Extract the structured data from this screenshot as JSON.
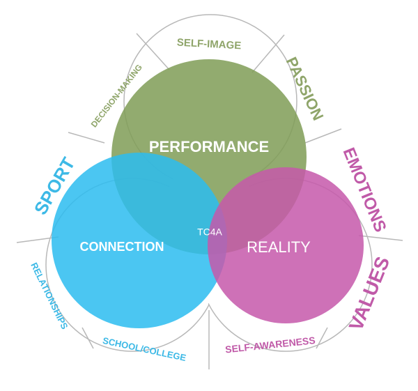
{
  "center_label": "TC4A",
  "circles": {
    "performance": {
      "label": "PERFORMANCE",
      "color": "#7f9c56"
    },
    "connection": {
      "label": "CONNECTION",
      "color": "#2bbcf0"
    },
    "reality": {
      "label": "REALITY",
      "color": "#c558aa"
    }
  },
  "outer_segments": {
    "self_image": {
      "label": "SELF-IMAGE",
      "color": "#8fa56a"
    },
    "passion": {
      "label": "PASSION",
      "color": "#8fa56a"
    },
    "decision_making": {
      "label": "DECISION-MAKING",
      "color": "#8fa56a"
    },
    "sport": {
      "label": "SPORT",
      "color": "#3db9e6"
    },
    "relationships": {
      "label": "RELATIONSHIPS",
      "color": "#3db9e6"
    },
    "school_college": {
      "label": "SCHOOL/COLLEGE",
      "color": "#3db9e6"
    },
    "emotions": {
      "label": "EMOTIONS",
      "color": "#c05aa8"
    },
    "values": {
      "label": "VALUES",
      "color": "#c05aa8"
    },
    "self_awareness": {
      "label": "SELF-AWARENESS",
      "color": "#c05aa8"
    }
  }
}
